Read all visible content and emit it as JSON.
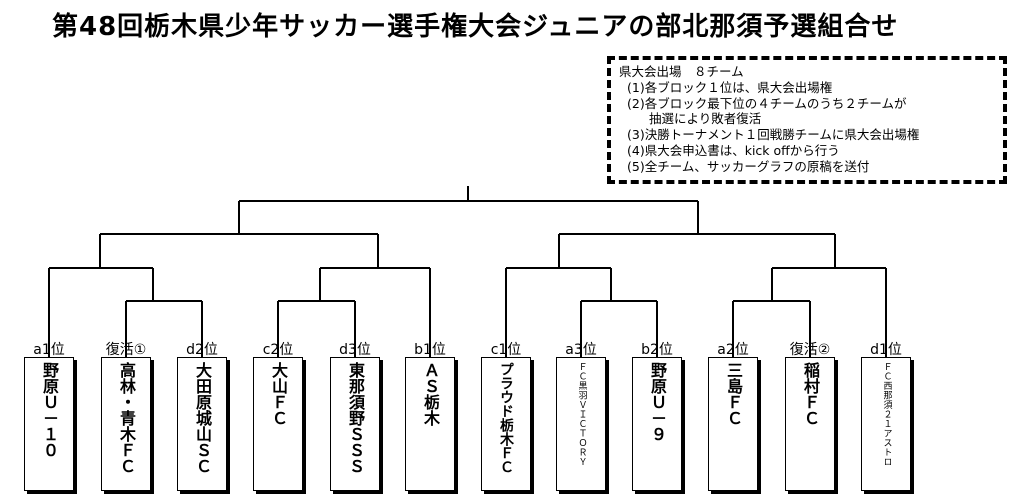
{
  "title": "第48回栃木県少年サッカー選手権大会ジュニアの部北那須予選組合せ",
  "notes": {
    "heading": "県大会出場　８チーム",
    "items": [
      "(1)各ブロック１位は、県大会出場権",
      "(2)各ブロック最下位の４チームのうち２チームが",
      "抽選により敗者復活",
      "(3)決勝トーナメント１回戦勝チームに県大会出場権",
      "(4)県大会申込書は、kick offから行う",
      "(5)全チーム、サッカーグラフの原稿を送付"
    ]
  },
  "teams": [
    {
      "slot": "a1位",
      "name": "野原Ｕ－１０"
    },
    {
      "slot": "復活①",
      "name": "高林・青木ＦＣ"
    },
    {
      "slot": "d2位",
      "name": "大田原城山ＳＣ"
    },
    {
      "slot": "c2位",
      "name": "大山ＦＣ"
    },
    {
      "slot": "d3位",
      "name": "東那須野ＳＳＳ"
    },
    {
      "slot": "b1位",
      "name": "ＡＳ栃木"
    },
    {
      "slot": "c1位",
      "name": "プラウド栃木ＦＣ"
    },
    {
      "slot": "a3位",
      "name": "ＦＣ黒羽ＶＩＣＴＯＲＹ"
    },
    {
      "slot": "b2位",
      "name": "野原Ｕ－９"
    },
    {
      "slot": "a2位",
      "name": "三島ＦＣ"
    },
    {
      "slot": "復活②",
      "name": "稲村ＦＣ"
    },
    {
      "slot": "d1位",
      "name": "ＦＣ西那須２１アストロ"
    }
  ]
}
